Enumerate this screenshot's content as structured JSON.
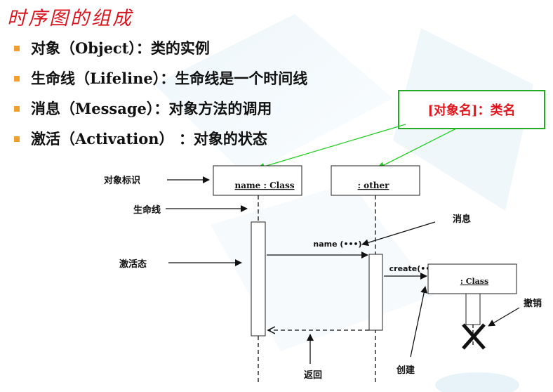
{
  "slide": {
    "title": "时序图的组成",
    "bullets": [
      {
        "label": "对象（Object）：类的实例"
      },
      {
        "label": "生命线（Lifeline）：生命线是一个时间线"
      },
      {
        "label": "消息（Message）：对象方法的调用"
      },
      {
        "label": "激活（Activation） ：对象的状态"
      }
    ],
    "callout": "[对象名]：类名"
  },
  "diagram": {
    "objects": {
      "first": "name : Class",
      "second": ": other",
      "created": ": Class"
    },
    "messages": {
      "call": "name (•••)",
      "create": "create(•••)"
    },
    "annotations": {
      "object_id": "对象标识",
      "lifeline": "生命线",
      "activation": "激活态",
      "message": "消息",
      "destroy": "撤销",
      "create": "创建",
      "return": "返回"
    },
    "colors": {
      "callout_border": "#22aa22",
      "callout_text": "#e0161e",
      "title": "#d8141e",
      "bullet_marker": "#f0a030"
    }
  }
}
